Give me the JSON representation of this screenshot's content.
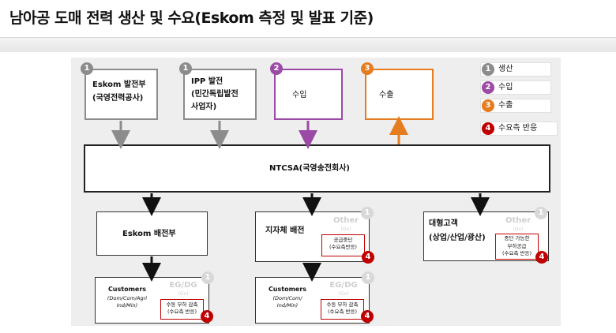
{
  "title": "남아공 도매 전력 생산 및 수요(Eskom 측정 및 발표 기준)",
  "sources": [
    {
      "badge": "1",
      "line1": "Eskom 발전부",
      "line2": "(국영전력공사)"
    },
    {
      "badge": "1",
      "line1": "IPP 발전",
      "line2": "(민간독립발전",
      "line3": "사업자)"
    },
    {
      "badge": "2",
      "line1": "수입"
    },
    {
      "badge": "3",
      "line1": "수출"
    }
  ],
  "legend": [
    {
      "num": "1",
      "label": "생산",
      "color": "#8c8c8c"
    },
    {
      "num": "2",
      "label": "수입",
      "color": "#9b4aa5"
    },
    {
      "num": "3",
      "label": "수출",
      "color": "#e57c1f"
    },
    {
      "num": "4",
      "label": "수요측 반응",
      "color": "#c00000"
    }
  ],
  "ntcsa": "NTCSA(국영송전회사)",
  "distribution": {
    "eskom": "Eskom 배전부",
    "municipal": "지자체 배전",
    "large": {
      "line1": "대형고객",
      "line2": "(상업/산업/광산)"
    }
  },
  "other": {
    "label": "Other",
    "sub": "(Gx)",
    "badge": "1"
  },
  "eg_dg": {
    "label": "EG/DG",
    "sub": "(Gx)",
    "badge": "1"
  },
  "customers_eskom": {
    "title": "Customers",
    "line1": "(Dom/Com/Agri",
    "line2": "Ind/Min)"
  },
  "customers_muni": {
    "title": "Customers",
    "line1": "(Dom/Com/",
    "line2": "Ind/Min)"
  },
  "dsr": {
    "municipal": {
      "line1": "공급중단",
      "line2": "(수요측반응)",
      "badge": "4"
    },
    "large": {
      "line1": "중단 가능한",
      "line2": "부하공급",
      "line3": "(수요측 반응)",
      "badge": "4"
    },
    "eskom_customers": {
      "line1": "수동 부하 감축",
      "line2": "(수요측 반응)",
      "badge": "4"
    },
    "muni_customers": {
      "line1": "수동 부하 감축",
      "line2": "(수요측 반응)",
      "badge": "4"
    }
  }
}
